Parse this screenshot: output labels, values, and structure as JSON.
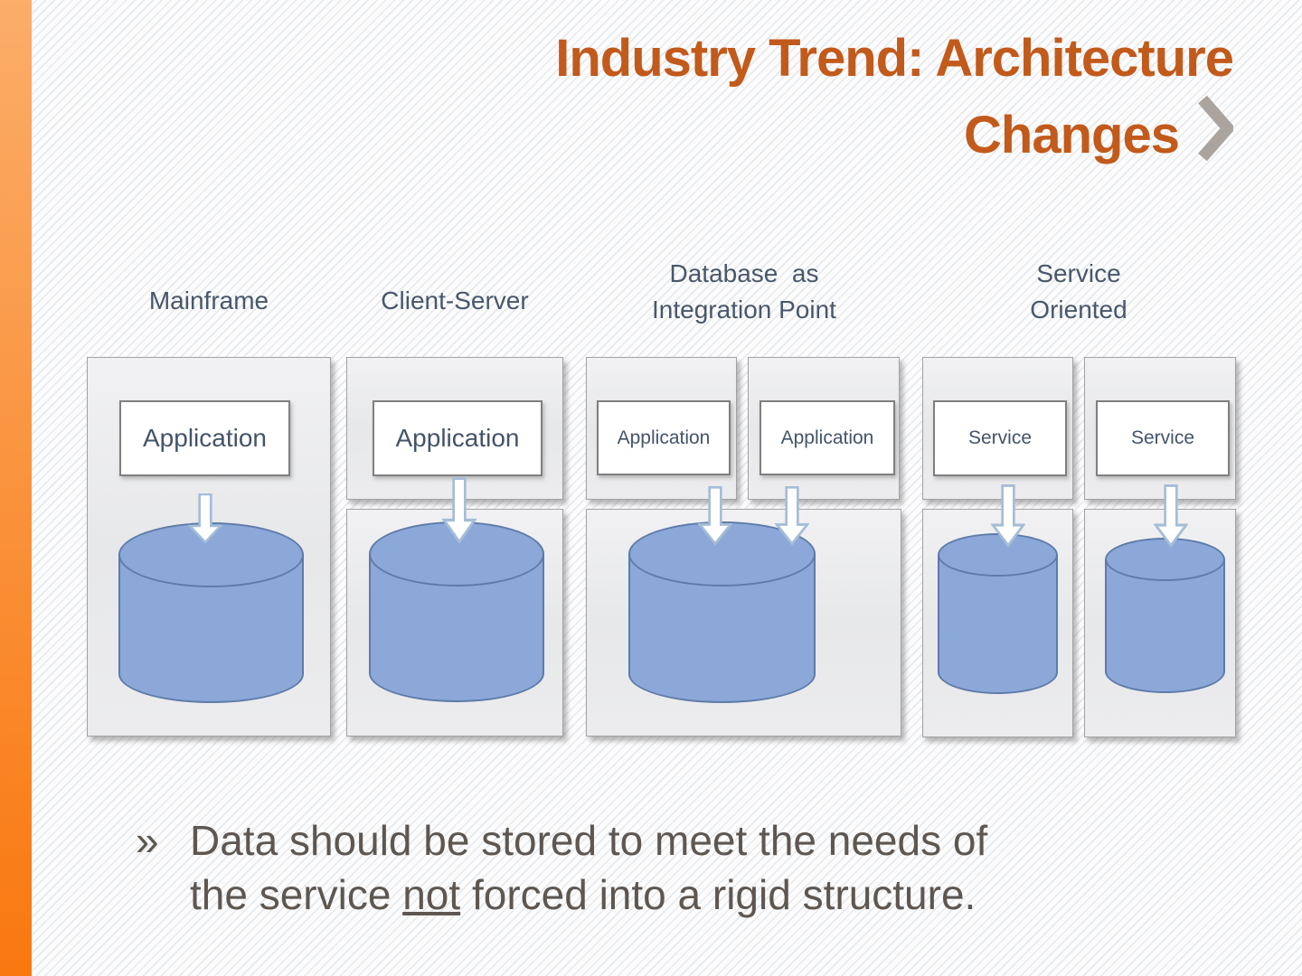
{
  "slide": {
    "title": {
      "line1": "Industry Trend: Architecture",
      "line2": "Changes"
    },
    "bullet": {
      "marker": "»",
      "line1": "Data should be stored to meet the needs of",
      "line2_pre": "the service ",
      "line2_underline": "not",
      "line2_post": " forced into a rigid structure."
    }
  },
  "diagram": {
    "columns": [
      {
        "id": "mainframe",
        "label_lines": [
          "Mainframe"
        ],
        "boxes": [
          "Application"
        ],
        "cylinder_count": 1,
        "layout_note": "single panel containing application box and one database cylinder"
      },
      {
        "id": "client-server",
        "label_lines": [
          "Client-Server"
        ],
        "boxes": [
          "Application"
        ],
        "cylinder_count": 1,
        "layout_note": "application panel separated from database panel, arrow crosses gap"
      },
      {
        "id": "database-as-integration-point",
        "label_lines": [
          "Database  as",
          "Integration Point"
        ],
        "boxes": [
          "Application",
          "Application"
        ],
        "cylinder_count": 1,
        "layout_note": "two application panels share one database panel with a single large cylinder"
      },
      {
        "id": "service-oriented",
        "label_lines": [
          "Service",
          "Oriented"
        ],
        "boxes": [
          "Service",
          "Service"
        ],
        "cylinder_count": 2,
        "layout_note": "each service panel has its own database panel and cylinder"
      }
    ]
  },
  "icons": {
    "chevron_right": "❯",
    "bullet_marker": "»"
  },
  "colors": {
    "title_orange": "#C25A1B",
    "accent_bar_top": "#FBAD69",
    "accent_bar_bottom": "#F97810",
    "chevron_gray": "#ABA49E",
    "column_label_text": "#49576B",
    "box_text": "#44546A",
    "body_text": "#5E5751",
    "panel_fill": "#E9EAEC",
    "panel_border": "#A2A2A4",
    "cylinder_fill": "#8CA8D8",
    "cylinder_stroke": "#5E7BA9",
    "arrow_fill": "#FFFFFF",
    "arrow_stroke": "#A5BDD7"
  }
}
